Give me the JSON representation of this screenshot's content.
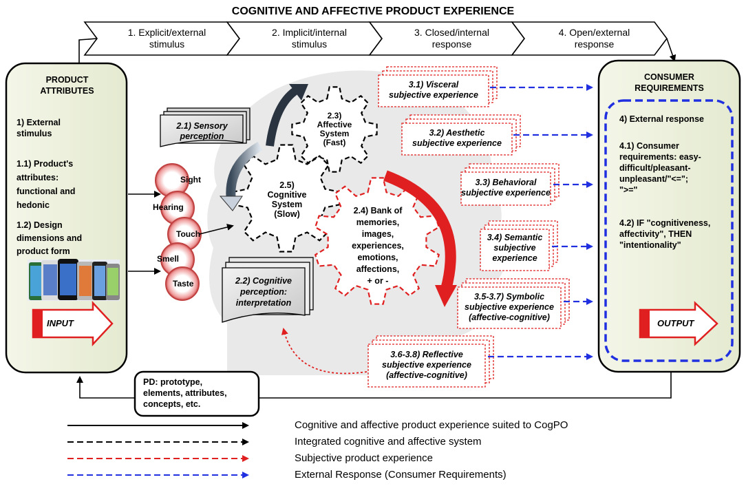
{
  "title": "COGNITIVE AND AFFECTIVE PRODUCT EXPERIENCE",
  "stages": [
    {
      "line1": "1. Explicit/external",
      "line2": "stimulus"
    },
    {
      "line1": "2. Implicit/internal",
      "line2": "stimulus"
    },
    {
      "line1": "3. Closed/internal",
      "line2": "response"
    },
    {
      "line1": "4. Open/external",
      "line2": "response"
    }
  ],
  "left_panel": {
    "title_1": "PRODUCT",
    "title_2": "ATTRIBUTES",
    "p1": [
      "1) External",
      "stimulus"
    ],
    "p2": [
      "1.1) Product's",
      "attributes:",
      "functional and",
      "hedonic"
    ],
    "p3": [
      "1.2) Design",
      "dimensions and",
      "product form"
    ],
    "input_label": "INPUT"
  },
  "right_panel": {
    "title_1": "CONSUMER",
    "title_2": "REQUIREMENTS",
    "p1": "4) External response",
    "p2": [
      "4.1) Consumer",
      "requirements: easy-",
      "difficult/pleasant-",
      "unpleasant/\"<=\";",
      "\">=\""
    ],
    "p3": [
      "4.2) IF \"cognitiveness,",
      "affectivity\", THEN",
      "\"intentionality\""
    ],
    "output_label": "OUTPUT"
  },
  "sensory": [
    "2.1) Sensory",
    "perception"
  ],
  "cognitive_perception": [
    "2.2) Cognitive",
    "perception:",
    "interpretation"
  ],
  "senses": [
    "Sight",
    "Hearing",
    "Touch",
    "Smell",
    "Taste"
  ],
  "gears": {
    "affective": [
      "2.3)",
      "Affective",
      "System",
      "(Fast)"
    ],
    "cognitive": [
      "2.5)",
      "Cognitive",
      "System",
      "(Slow)"
    ],
    "bank": [
      "2.4) Bank of",
      "memories,",
      "images,",
      "experiences,",
      "emotions,",
      "affections,",
      "+ or -"
    ]
  },
  "responses": [
    {
      "l1": "3.1) Visceral",
      "l2": "subjective experience"
    },
    {
      "l1": "3.2) Aesthetic",
      "l2": "subjective experience"
    },
    {
      "l1": "3.3) Behavioral",
      "l2": "subjective experience"
    },
    {
      "l1": "3.4) Semantic",
      "l2": "subjective",
      "l3": "experience"
    },
    {
      "l1": "3.5-3.7) Symbolic",
      "l2": "subjective experience",
      "l3": "(affective-cognitive)"
    },
    {
      "l1": "3.6-3.8) Reflective",
      "l2": "subjective experience",
      "l3": "(affective-cognitive)"
    }
  ],
  "pd_box": [
    "PD: prototype,",
    "elements, attributes,",
    "concepts, etc."
  ],
  "legend": [
    {
      "text": "Cognitive and affective product experience suited to CogPO",
      "color": "#000000",
      "style": "solid"
    },
    {
      "text": "Integrated cognitive and affective system",
      "color": "#000000",
      "style": "dashed"
    },
    {
      "text": "Subjective product experience",
      "color": "#e02020",
      "style": "dashed"
    },
    {
      "text": "External Response (Consumer Requirements)",
      "color": "#2030e0",
      "style": "dashed"
    }
  ],
  "colors": {
    "panel_fill": "#eef2de",
    "red": "#e02020",
    "blue": "#2030e0",
    "card_fill": "#dcdcdc"
  }
}
